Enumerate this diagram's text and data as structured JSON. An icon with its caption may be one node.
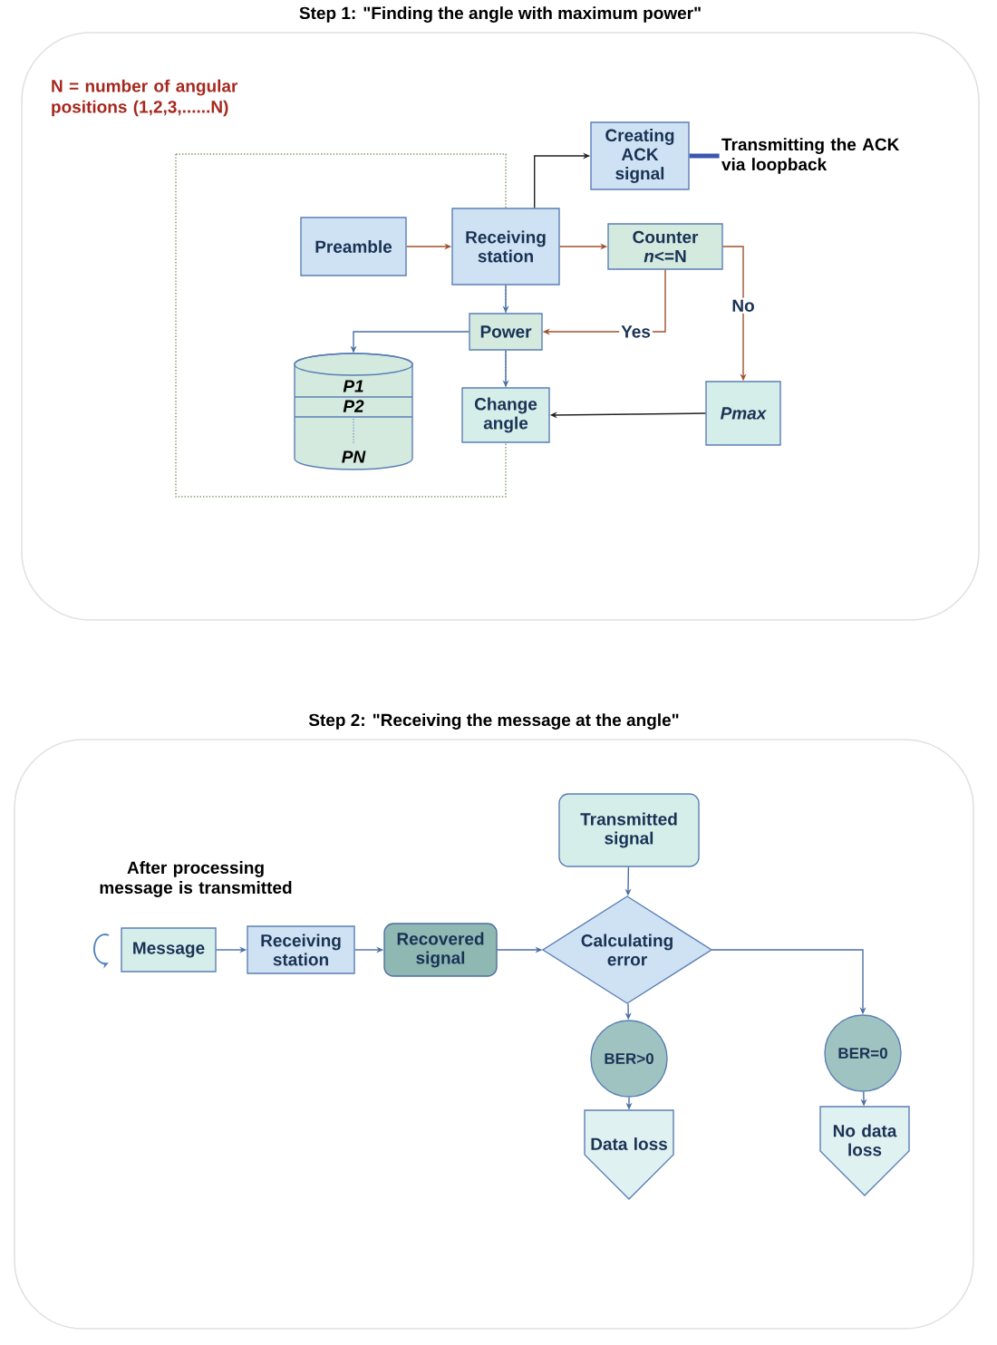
{
  "diagram": {
    "nodes": [
      {
        "text": [
          "Step 1: \"Finding the angle with maximum power\""
        ]
      },
      {
        "text": [
          "Preamble"
        ],
        "in": 0
      },
      {
        "text": [
          "Receiving station"
        ],
        "in": 0
      },
      {
        "text": [
          "Creating ACK signal"
        ],
        "in": 0
      },
      {
        "text": [
          "Counter *n*<=N"
        ],
        "in": 0
      },
      {
        "text": [
          "Power"
        ],
        "in": 0
      },
      {
        "text": [
          "P1",
          "P2",
          "PN"
        ],
        "in": 0
      },
      {
        "text": [
          "Change angle"
        ],
        "in": 0
      },
      {
        "text": [
          "Pmax"
        ],
        "in": 0
      },
      {
        "text": [
          "Transmitting the ACK via loopback"
        ],
        "in": 0
      },
      {
        "text": [
          "Step 2: \"Receiving the message at the angle\""
        ]
      },
      {
        "text": [
          "Message"
        ],
        "in": 10,
        "beside": [
          "After processing message is transmitted"
        ]
      },
      {
        "text": [
          "Receiving station"
        ],
        "in": 10
      },
      {
        "text": [
          "Recovered signal"
        ],
        "in": 10
      },
      {
        "text": [
          "Transmitted signal"
        ],
        "in": 10
      },
      {
        "text": [
          "Calculating error"
        ],
        "in": 10
      },
      {
        "text": [
          "BER>0"
        ],
        "in": 10
      },
      {
        "text": [
          "BER=0"
        ],
        "in": 10
      },
      {
        "text": [
          "Data loss"
        ],
        "in": 10
      },
      {
        "text": [
          "No data loss"
        ],
        "in": 10
      }
    ],
    "edges": [
      {
        "from": 1,
        "to": 2,
        "arrow": "to",
        "color": "#a0522d"
      },
      {
        "from": 2,
        "to": 3,
        "arrow": "to",
        "color": "#222222"
      },
      {
        "from": 3,
        "to": 9,
        "arrow": "none",
        "style": "thick",
        "color": "#3a56b0"
      },
      {
        "from": 2,
        "to": 4,
        "arrow": "to",
        "color": "#a0522d"
      },
      {
        "from": 4,
        "to": 8,
        "arrow": "to",
        "label": "No",
        "color": "#a0522d"
      },
      {
        "from": 4,
        "to": 5,
        "arrow": "to",
        "label": "Yes",
        "color": "#a0522d"
      },
      {
        "from": 2,
        "to": 5,
        "arrow": "to"
      },
      {
        "from": 5,
        "to": 6,
        "arrow": "to"
      },
      {
        "from": 5,
        "to": 7,
        "arrow": "to"
      },
      {
        "from": 8,
        "to": 7,
        "arrow": "to",
        "color": "#222222"
      },
      {
        "from": 11,
        "to": 12,
        "arrow": "to"
      },
      {
        "from": 12,
        "to": 13,
        "arrow": "to"
      },
      {
        "from": 13,
        "to": 15,
        "arrow": "to"
      },
      {
        "from": 14,
        "to": 15,
        "arrow": "to"
      },
      {
        "from": 15,
        "to": 16,
        "arrow": "to"
      },
      {
        "from": 15,
        "to": 17,
        "arrow": "to"
      },
      {
        "from": 16,
        "to": 18,
        "arrow": "to"
      },
      {
        "from": 17,
        "to": 19,
        "arrow": "to"
      }
    ],
    "labels": [
      "N = number of angular positions (1,2,3,......N)"
    ]
  }
}
